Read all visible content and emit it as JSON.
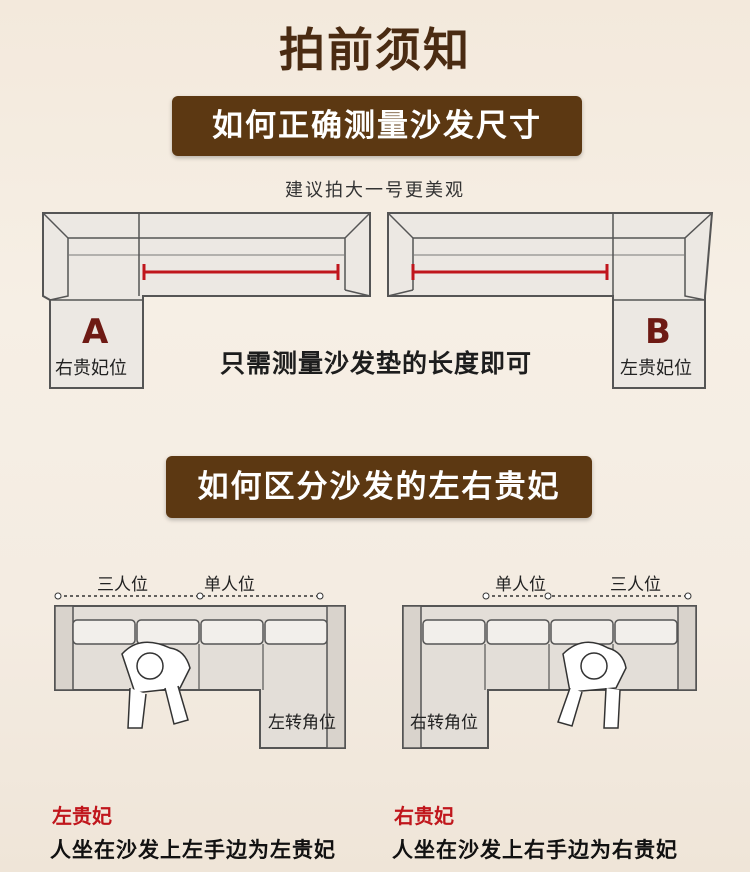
{
  "title": "拍前须知",
  "section1": {
    "banner": "如何正确测量沙发尺寸",
    "subtitle": "建议拍大一号更美观",
    "center_text": "只需测量沙发垫的长度即可",
    "left_diagram": {
      "letter": "A",
      "label": "右贵妃位"
    },
    "right_diagram": {
      "letter": "B",
      "label": "左贵妃位"
    }
  },
  "section2": {
    "banner": "如何区分沙发的左右贵妃",
    "left_diagram": {
      "label_three": "三人位",
      "label_single": "单人位",
      "corner_label": "左转角位",
      "caption_title": "左贵妃",
      "caption_text": "人坐在沙发上左手边为左贵妃"
    },
    "right_diagram": {
      "label_single": "单人位",
      "label_three": "三人位",
      "corner_label": "右转角位",
      "caption_title": "右贵妃",
      "caption_text": "人坐在沙发上右手边为右贵妃"
    }
  },
  "colors": {
    "banner_bg": "#5c3812",
    "accent_red": "#c0161c",
    "sofa_fill": "#e3ded8",
    "sofa_stroke": "#555555"
  }
}
